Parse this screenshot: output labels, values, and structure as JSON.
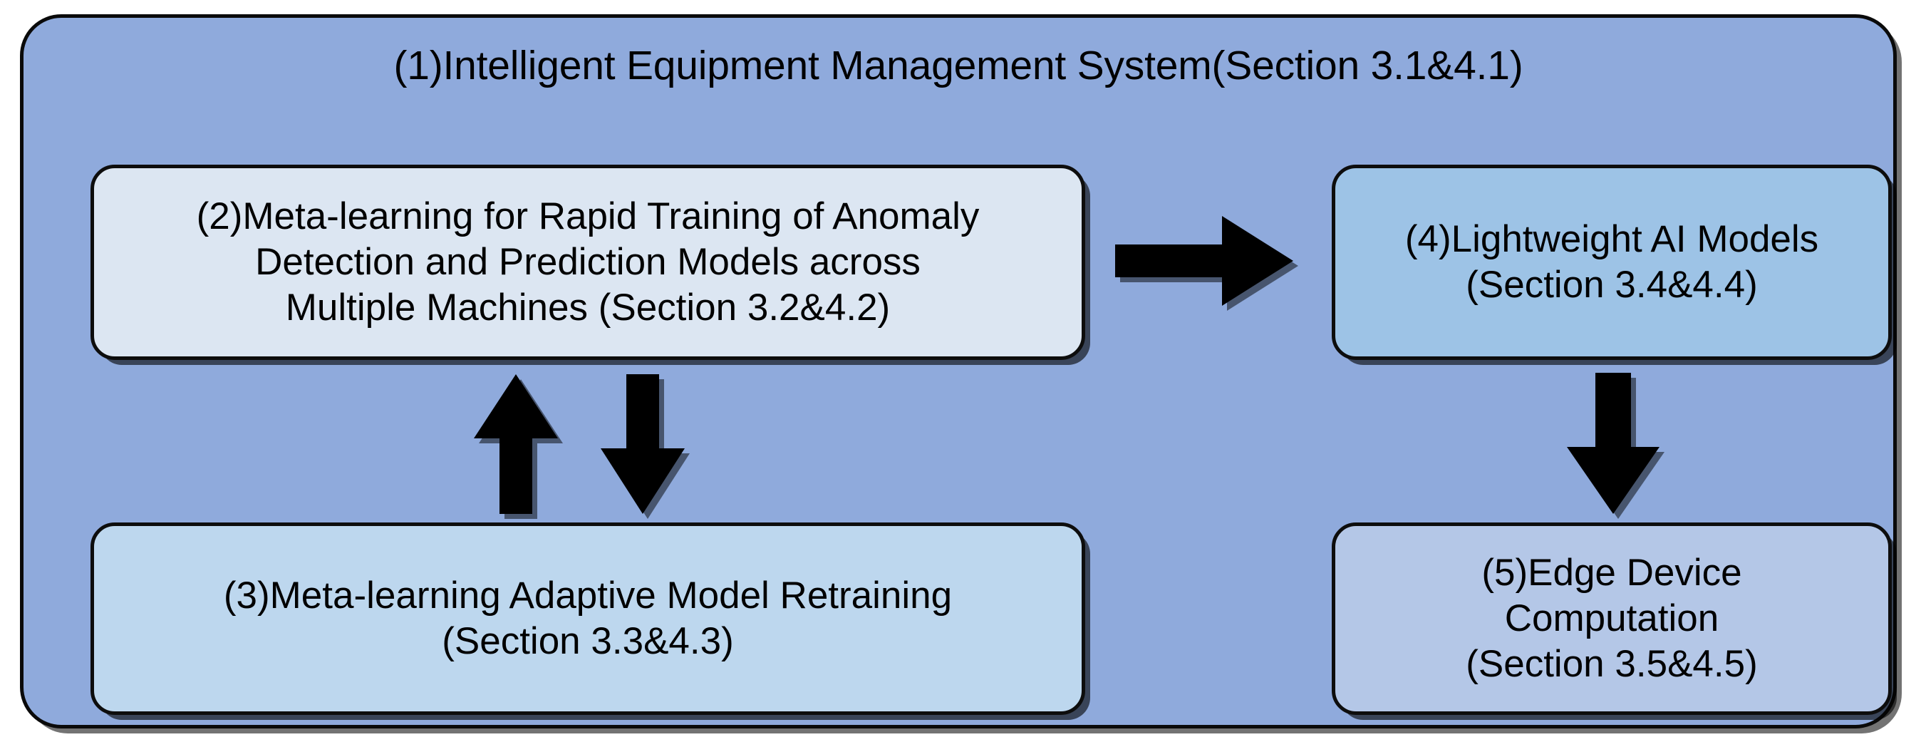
{
  "diagram": {
    "title": "(1)Intelligent Equipment Management System(Section 3.1&4.1)",
    "background_color": "#FFFFFF",
    "container_color": "#8FAADC",
    "border_color": "#000000",
    "arrow_color": "#000000",
    "nodes": [
      {
        "id": "1",
        "name": "intelligent-equipment-management-system",
        "label": "(1)Intelligent Equipment Management System(Section 3.1&4.1)",
        "section": "Section 3.1&4.1",
        "color": "#8FAADC",
        "role": "container"
      },
      {
        "id": "2",
        "name": "meta-learning-training",
        "label": "(2)Meta-learning for Rapid Training of Anomaly Detection and Prediction Models across Multiple Machines (Section 3.2&4.2)",
        "lines": [
          "(2)Meta-learning for Rapid Training of Anomaly",
          "Detection and Prediction Models across",
          "Multiple Machines (Section 3.2&4.2)"
        ],
        "section": "Section 3.2&4.2",
        "color": "#DCE6F2"
      },
      {
        "id": "3",
        "name": "adaptive-retraining",
        "label": "(3)Meta-learning Adaptive Model Retraining (Section 3.3&4.3)",
        "lines": [
          "(3)Meta-learning Adaptive Model Retraining",
          "(Section 3.3&4.3)"
        ],
        "section": "Section 3.3&4.3",
        "color": "#BDD7EE"
      },
      {
        "id": "4",
        "name": "lightweight-ai-models",
        "label": "(4)Lightweight AI Models (Section 3.4&4.4)",
        "lines": [
          "(4)Lightweight AI Models",
          "(Section 3.4&4.4)"
        ],
        "section": "Section 3.4&4.4",
        "color": "#9DC3E6"
      },
      {
        "id": "5",
        "name": "edge-device-computation",
        "label": "(5)Edge Device Computation (Section 3.5&4.5)",
        "lines": [
          "(5)Edge Device",
          "Computation",
          "(Section 3.5&4.5)"
        ],
        "section": "Section 3.5&4.5",
        "color": "#B4C7E7"
      }
    ],
    "edges": [
      {
        "name": "arrow-training-to-models",
        "from": "2",
        "to": "4",
        "direction": "right",
        "icon": "arrow-right-icon"
      },
      {
        "name": "arrow-retraining-to-training",
        "from": "3",
        "to": "2",
        "direction": "up",
        "icon": "arrow-up-icon"
      },
      {
        "name": "arrow-training-to-retraining",
        "from": "2",
        "to": "3",
        "direction": "down",
        "icon": "arrow-down-icon"
      },
      {
        "name": "arrow-models-to-edge",
        "from": "4",
        "to": "5",
        "direction": "down",
        "icon": "arrow-down-icon"
      }
    ]
  },
  "text": {
    "box2_line1": "(2)Meta-learning for Rapid Training of Anomaly",
    "box2_line2": "Detection and Prediction Models across",
    "box2_line3": "Multiple Machines (Section 3.2&4.2)",
    "box3_line1": "(3)Meta-learning Adaptive Model Retraining",
    "box3_line2": "(Section 3.3&4.3)",
    "box4_line1": "(4)Lightweight AI Models",
    "box4_line2": "(Section 3.4&4.4)",
    "box5_line1": "(5)Edge Device",
    "box5_line2": "Computation",
    "box5_line3": "(Section 3.5&4.5)"
  }
}
